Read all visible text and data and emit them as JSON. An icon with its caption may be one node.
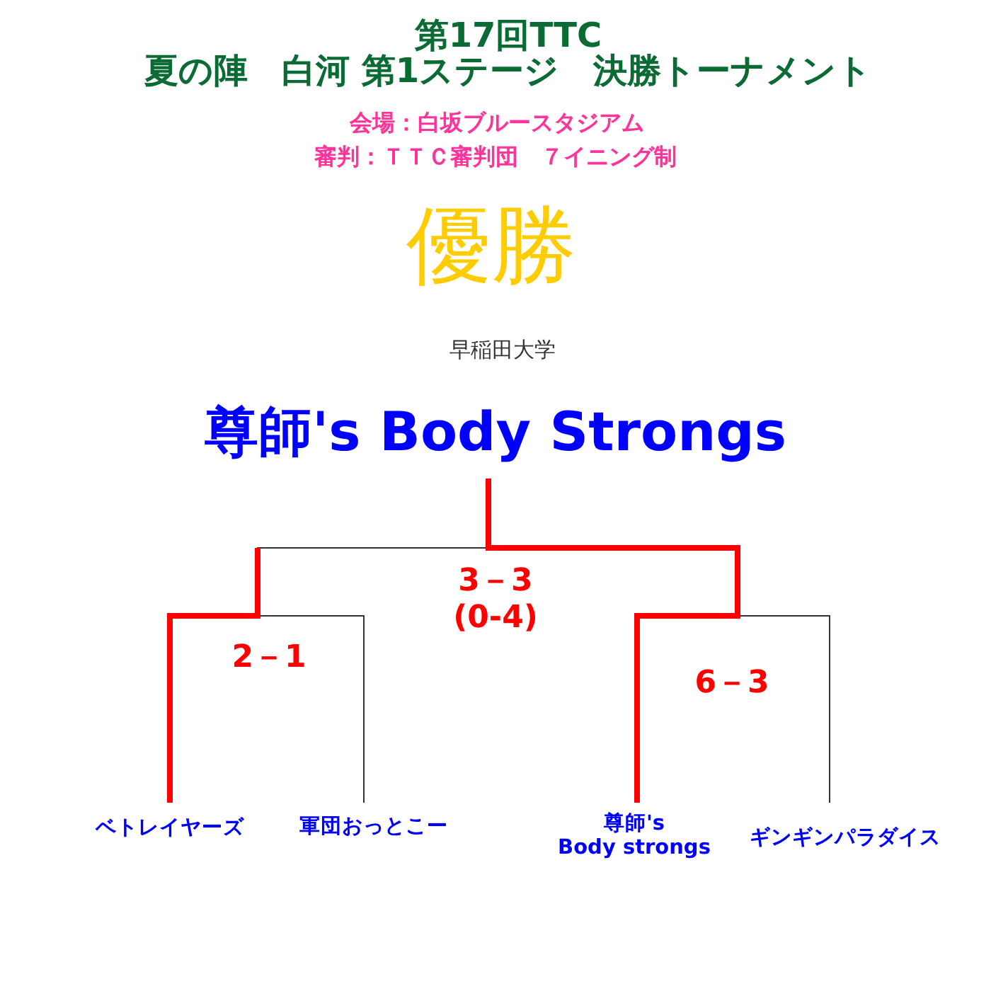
{
  "diagram": {
    "title": "第17回TTC 夏の陣　白河 第1ステージ　決勝トーナメント",
    "nodes": [
      {
        "text": [
          "尊師's Body Strongs"
        ],
        "beside": [
          "優勝",
          "早稲田大学"
        ]
      },
      {
        "text": [
          "ベトレイヤーズ"
        ]
      },
      {
        "text": [
          "軍団おっとこー"
        ]
      },
      {
        "text": [
          "尊師's Body strongs"
        ]
      },
      {
        "text": [
          "ギンギンパラダイス"
        ]
      }
    ],
    "edges": [
      {
        "from": 1,
        "to": null,
        "arrow": "none",
        "style": "thick",
        "color": "#ff0000"
      },
      {
        "from": 2,
        "to": 0,
        "arrow": "none",
        "color": "#333333"
      },
      {
        "from": 3,
        "to": 0,
        "arrow": "none",
        "style": "thick",
        "color": "#ff0000"
      },
      {
        "from": 4,
        "to": 0,
        "arrow": "none",
        "color": "#333333"
      }
    ],
    "labels": [
      "会場：白坂ブルースタジアム",
      "審判：ＴＴＣ審判団　７イニング制",
      "3－3 (0-4)",
      "2－1",
      "6－3"
    ]
  }
}
